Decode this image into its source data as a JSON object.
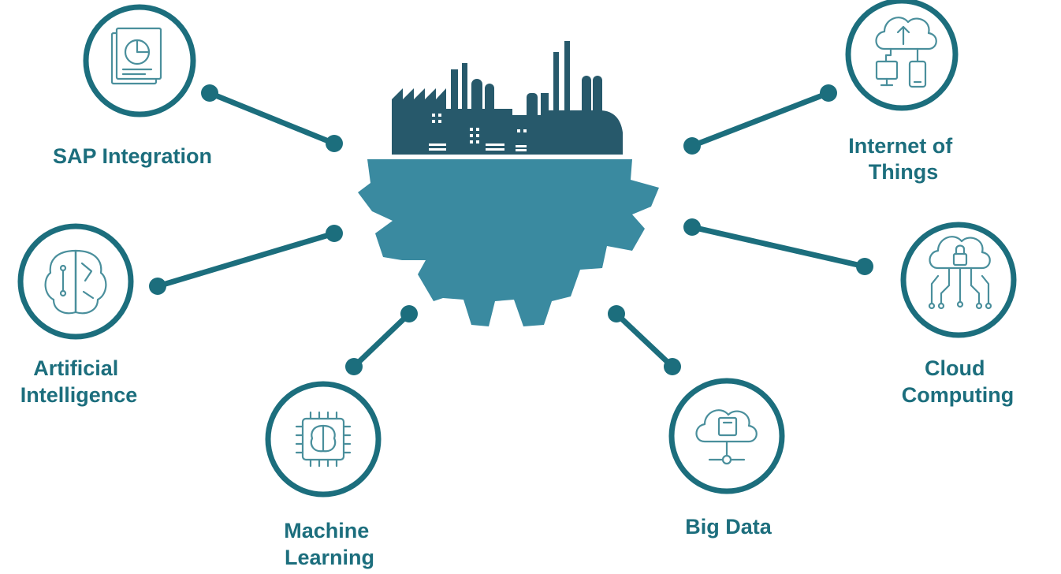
{
  "colors": {
    "accent": "#1c6e7d",
    "icon": "#4a8f9c",
    "gear": "#3a8aa0",
    "factory": "#27596b",
    "background": "#ffffff"
  },
  "center": {
    "icon": "gear-factory-icon"
  },
  "nodes": [
    {
      "id": "sap",
      "label_lines": [
        "SAP Integration"
      ],
      "icon": "report-document-icon"
    },
    {
      "id": "ai",
      "label_lines": [
        "Artificial",
        "Intelligence"
      ],
      "icon": "brain-circuit-icon"
    },
    {
      "id": "ml",
      "label_lines": [
        "Machine",
        "Learning"
      ],
      "icon": "brain-chip-icon"
    },
    {
      "id": "bigdata",
      "label_lines": [
        "Big Data"
      ],
      "icon": "cloud-database-icon"
    },
    {
      "id": "cloud",
      "label_lines": [
        "Cloud",
        "Computing"
      ],
      "icon": "cloud-lock-network-icon"
    },
    {
      "id": "iot",
      "label_lines": [
        "Internet of",
        "Things"
      ],
      "icon": "cloud-devices-icon"
    }
  ]
}
